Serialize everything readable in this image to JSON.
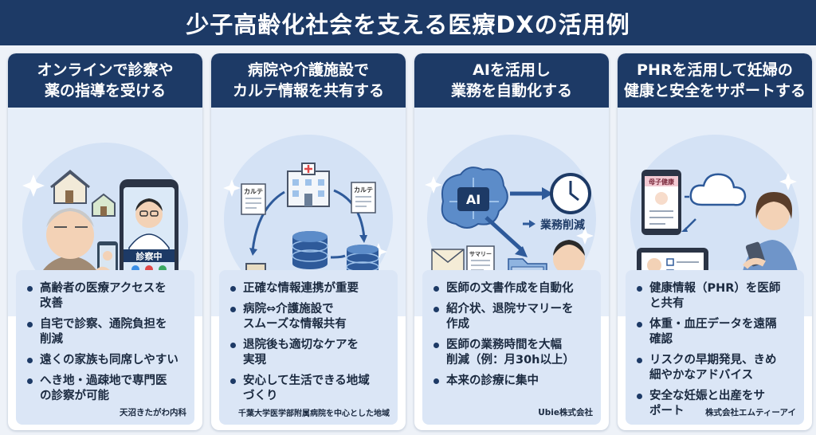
{
  "title": "少子高齢化社会を支える医療DXの活用例",
  "cards": [
    {
      "heading": [
        "オンラインで診察や",
        "薬の指導を受ける"
      ],
      "phone_label": "診察中",
      "bullets": [
        [
          "高齢者の医療アクセスを",
          "改善"
        ],
        [
          "自宅で診察、通院負担を",
          "削減"
        ],
        [
          "遠くの家族も同席しやすい"
        ],
        [
          "へき地・過疎地で専門医",
          "の診察が可能"
        ]
      ],
      "source": "天沼きたがわ内科"
    },
    {
      "heading": [
        "病院や介護施設で",
        "カルテ情報を共有する"
      ],
      "chart_tag": "カルテ",
      "bullets": [
        [
          "正確な情報連携が重要"
        ],
        [
          "病院⇔介護施設で",
          "スムーズな情報共有"
        ],
        [
          "退院後も適切なケアを",
          "実現"
        ],
        [
          "安心して生活できる地域",
          "づくり"
        ]
      ],
      "source": "千葉大学医学部附属病院を中心とした地域"
    },
    {
      "heading": [
        "AIを活用し",
        "業務を自動化する"
      ],
      "ai_label": "AI",
      "reduction_label": "業務削減",
      "summary_tag": "サマリー",
      "bullets": [
        [
          "医師の文書作成を自動化"
        ],
        [
          "紹介状、退院サマリーを",
          "作成"
        ],
        [
          "医師の業務時間を大幅",
          "削減（例：月30h以上）"
        ],
        [
          "本来の診療に集中"
        ]
      ],
      "source": "Ubie株式会社"
    },
    {
      "heading": [
        "PHRを活用して妊婦の",
        "健康と安全をサポートする"
      ],
      "app_label": "母子健康",
      "bullets": [
        [
          "健康情報（PHR）を医師",
          "と共有"
        ],
        [
          "体重・血圧データを遠隔",
          "確認"
        ],
        [
          "リスクの早期発見、きめ",
          "細やかなアドバイス"
        ],
        [
          "安全な妊娠と出産をサ",
          "ポート"
        ]
      ],
      "source": "株式会社エムティーアイ"
    }
  ],
  "colors": {
    "navy": "#1d3a66",
    "panel": "#dbe6f6",
    "illustration_bg": "#e6eef9",
    "accent_blue": "#2e5a9a"
  }
}
